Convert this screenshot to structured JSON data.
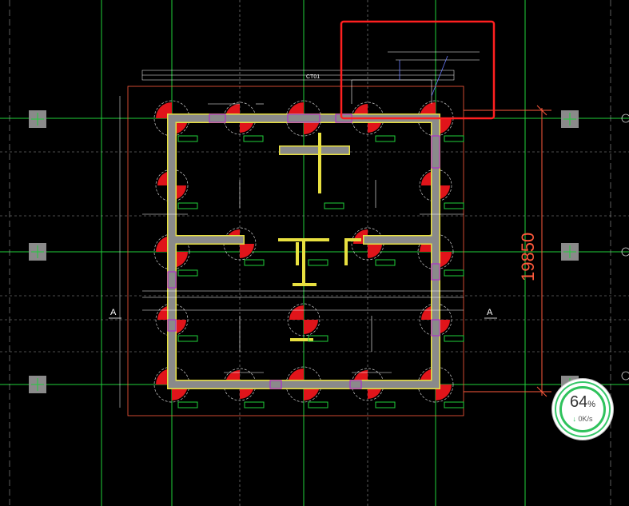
{
  "drawing": {
    "dimension_label": "19850",
    "section_label_left": "A",
    "section_label_right": "A",
    "tag_top": "CT01",
    "colors": {
      "background": "#000000",
      "grid": "#1fcf3a",
      "column_fill": "#e0141a",
      "wall": "#8a8a8a",
      "wall_edge": "#e8e040",
      "dimension": "#ff5a3c",
      "highlight_box": "#ff2020",
      "purple": "#b030c8"
    }
  },
  "speed_widget": {
    "percent": "64",
    "percent_unit": "%",
    "rate": "0K/s",
    "rate_icon": "down-arrow-icon"
  }
}
